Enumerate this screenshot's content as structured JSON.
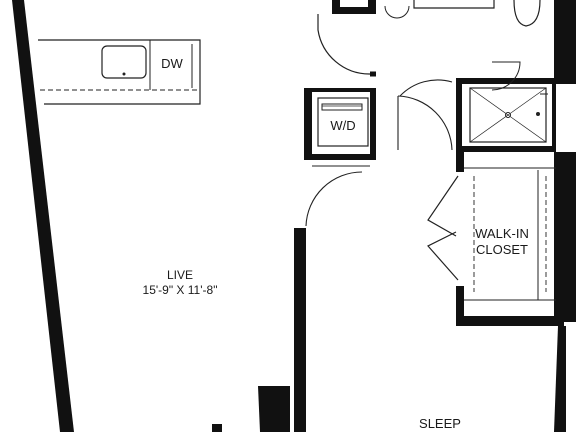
{
  "labels": {
    "dishwasher": "DW",
    "washer_dryer": "W/D",
    "walk_in_closet": [
      "WALK-IN",
      "CLOSET"
    ],
    "live_room": "LIVE",
    "live_dimensions": "15'-9\" X 11'-8\"",
    "sleep_room": "SLEEP"
  },
  "colors": {
    "wall": "#111111",
    "line": "#222222",
    "background": "#ffffff"
  }
}
